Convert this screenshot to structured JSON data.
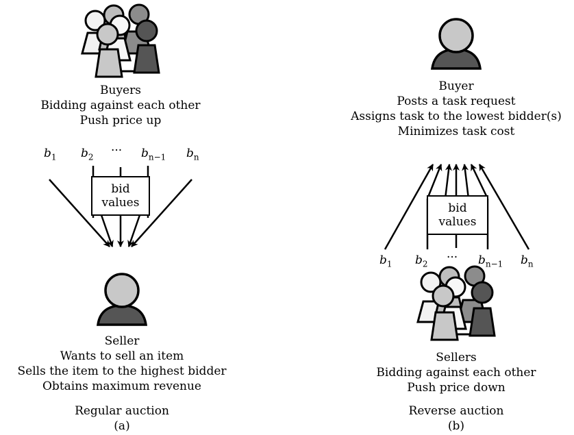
{
  "panel_a": {
    "group_label": "Buyers",
    "group_line2": "Bidding against each other",
    "group_line3": "Push price up",
    "bids": [
      "b",
      "b",
      "···",
      "b",
      "b"
    ],
    "bid_subs": [
      "1",
      "2",
      "",
      "n−1",
      "n"
    ],
    "box_line1": "bid",
    "box_line2": "values",
    "single_label": "Seller",
    "single_line2": "Wants to sell an item",
    "single_line3": "Sells the item to the highest bidder",
    "single_line4": "Obtains maximum revenue",
    "caption": "Regular auction",
    "caption_tag": "(a)"
  },
  "panel_b": {
    "single_label": "Buyer",
    "single_line2": "Posts a task request",
    "single_line3": "Assigns task to the lowest bidder(s)",
    "single_line4": "Minimizes task cost",
    "bids": [
      "b",
      "b",
      "···",
      "b",
      "b"
    ],
    "bid_subs": [
      "1",
      "2",
      "",
      "n−1",
      "n"
    ],
    "box_line1": "bid",
    "box_line2": "values",
    "group_label": "Sellers",
    "group_line2": "Bidding against each other",
    "group_line3": "Push price down",
    "caption": "Reverse auction",
    "caption_tag": "(b)"
  }
}
